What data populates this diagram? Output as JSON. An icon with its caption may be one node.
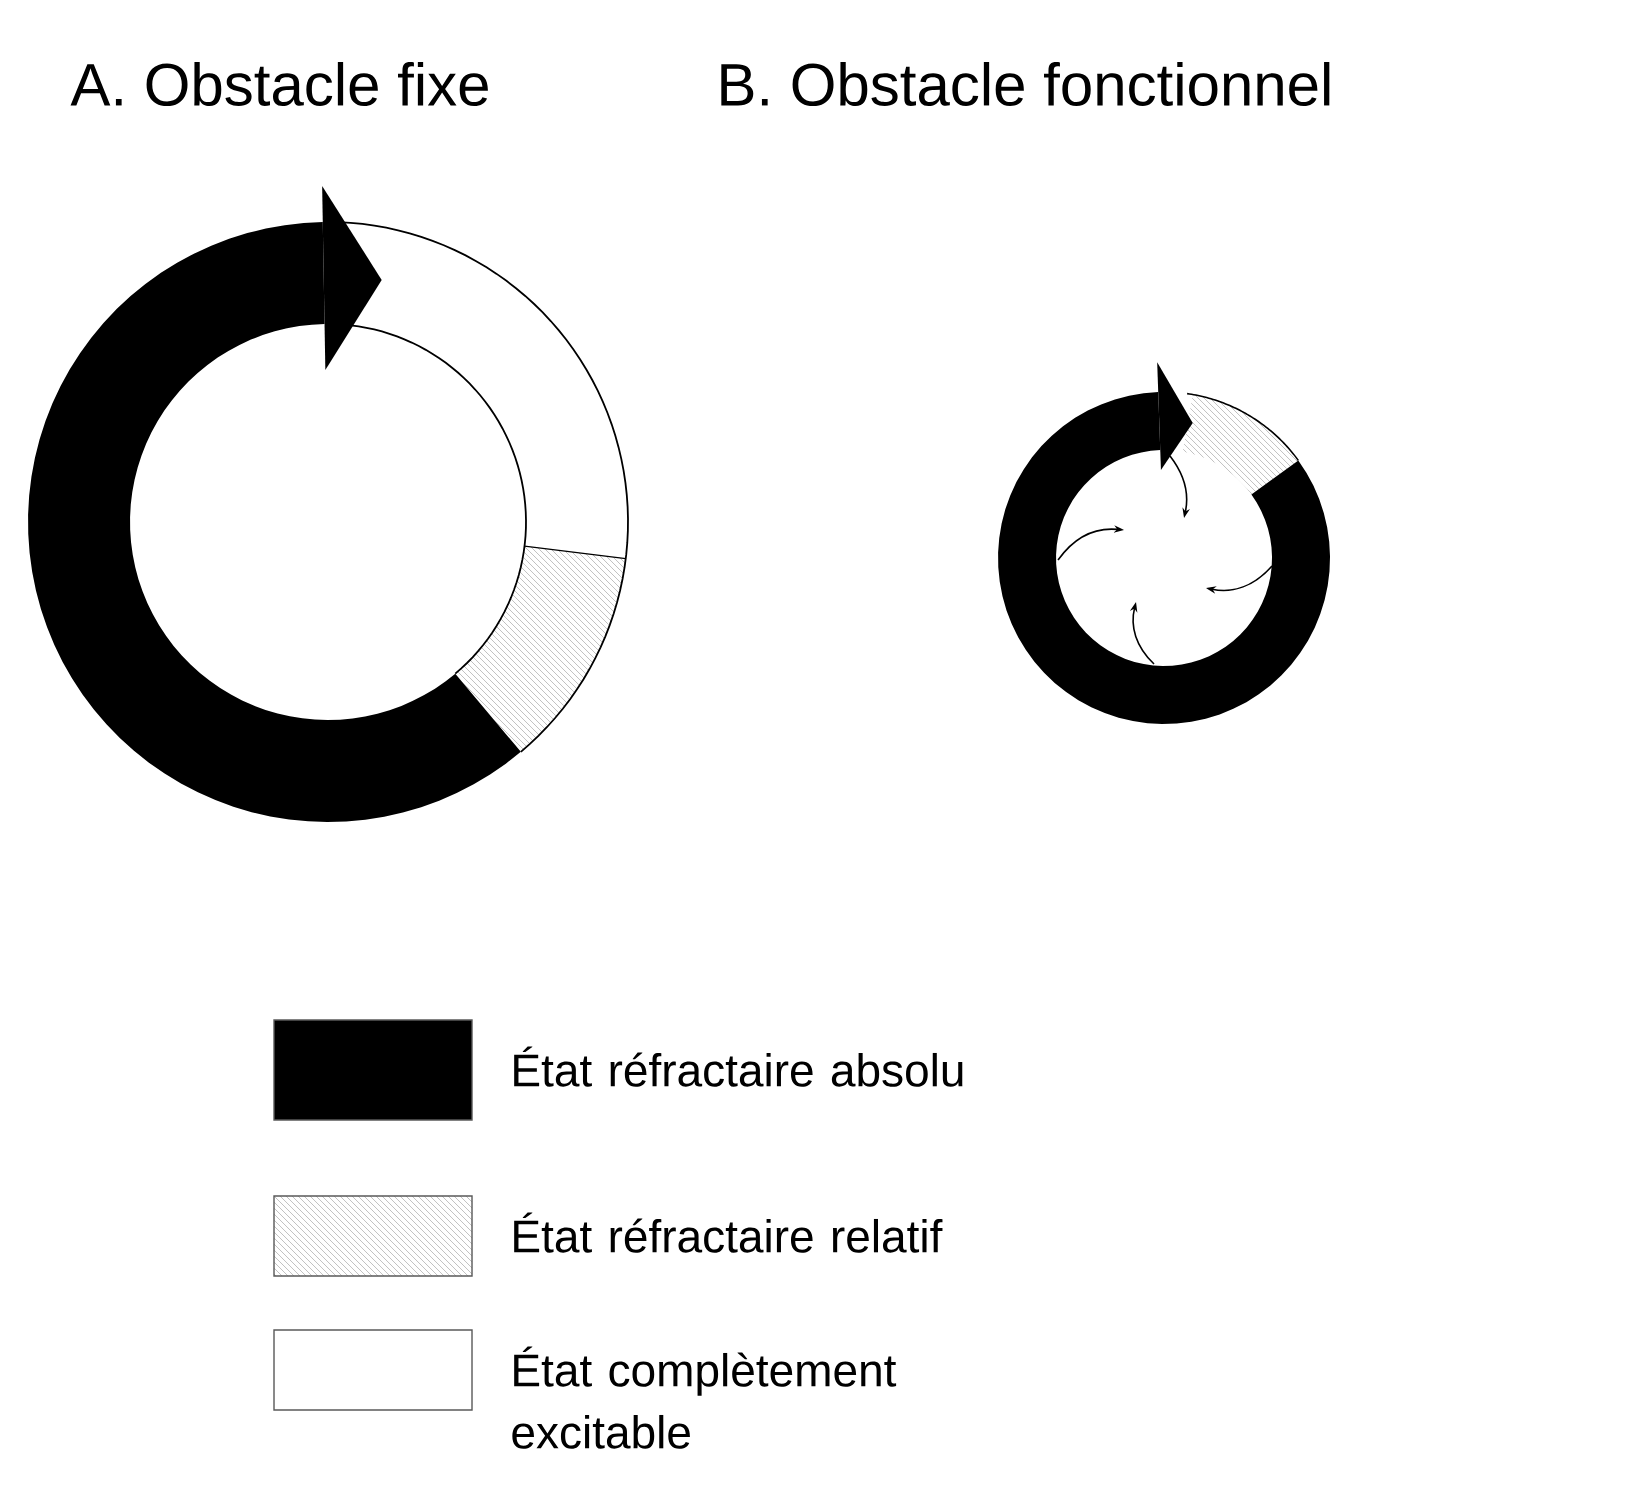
{
  "diagram": {
    "labels": [
      "A. Obstacle fixe",
      "B. Obstacle fonctionnel"
    ],
    "legend": [
      {
        "text": "État réfractaire absolu",
        "color": "#000000"
      },
      {
        "text": "État réfractaire relatif"
      },
      {
        "text": "État complètement excitable"
      }
    ]
  }
}
